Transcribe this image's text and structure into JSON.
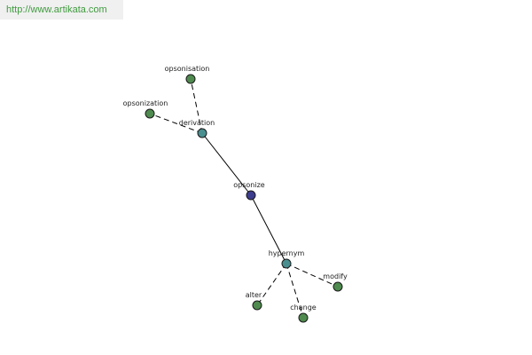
{
  "watermark": {
    "text": "http://www.artikata.com"
  },
  "colors": {
    "center": "#3d3d8f",
    "relation": "#4a8f8f",
    "leaf": "#4f8a4f"
  },
  "graph": {
    "nodes": [
      {
        "id": "opsonize",
        "label": "opsonize",
        "kind": "center"
      },
      {
        "id": "derivation",
        "label": "derivation",
        "kind": "relation"
      },
      {
        "id": "hypernym",
        "label": "hypernym",
        "kind": "relation"
      },
      {
        "id": "opsonisation",
        "label": "opsonisation",
        "kind": "leaf"
      },
      {
        "id": "opsonization",
        "label": "opsonization",
        "kind": "leaf"
      },
      {
        "id": "modify",
        "label": "modify",
        "kind": "leaf"
      },
      {
        "id": "alter",
        "label": "alter",
        "kind": "leaf"
      },
      {
        "id": "change",
        "label": "change",
        "kind": "leaf"
      }
    ],
    "edges": [
      {
        "from": "opsonize",
        "to": "derivation",
        "style": "solid"
      },
      {
        "from": "opsonize",
        "to": "hypernym",
        "style": "solid"
      },
      {
        "from": "derivation",
        "to": "opsonisation",
        "style": "dashed"
      },
      {
        "from": "derivation",
        "to": "opsonization",
        "style": "dashed"
      },
      {
        "from": "hypernym",
        "to": "modify",
        "style": "dashed"
      },
      {
        "from": "hypernym",
        "to": "alter",
        "style": "dashed"
      },
      {
        "from": "hypernym",
        "to": "change",
        "style": "dashed"
      }
    ]
  }
}
